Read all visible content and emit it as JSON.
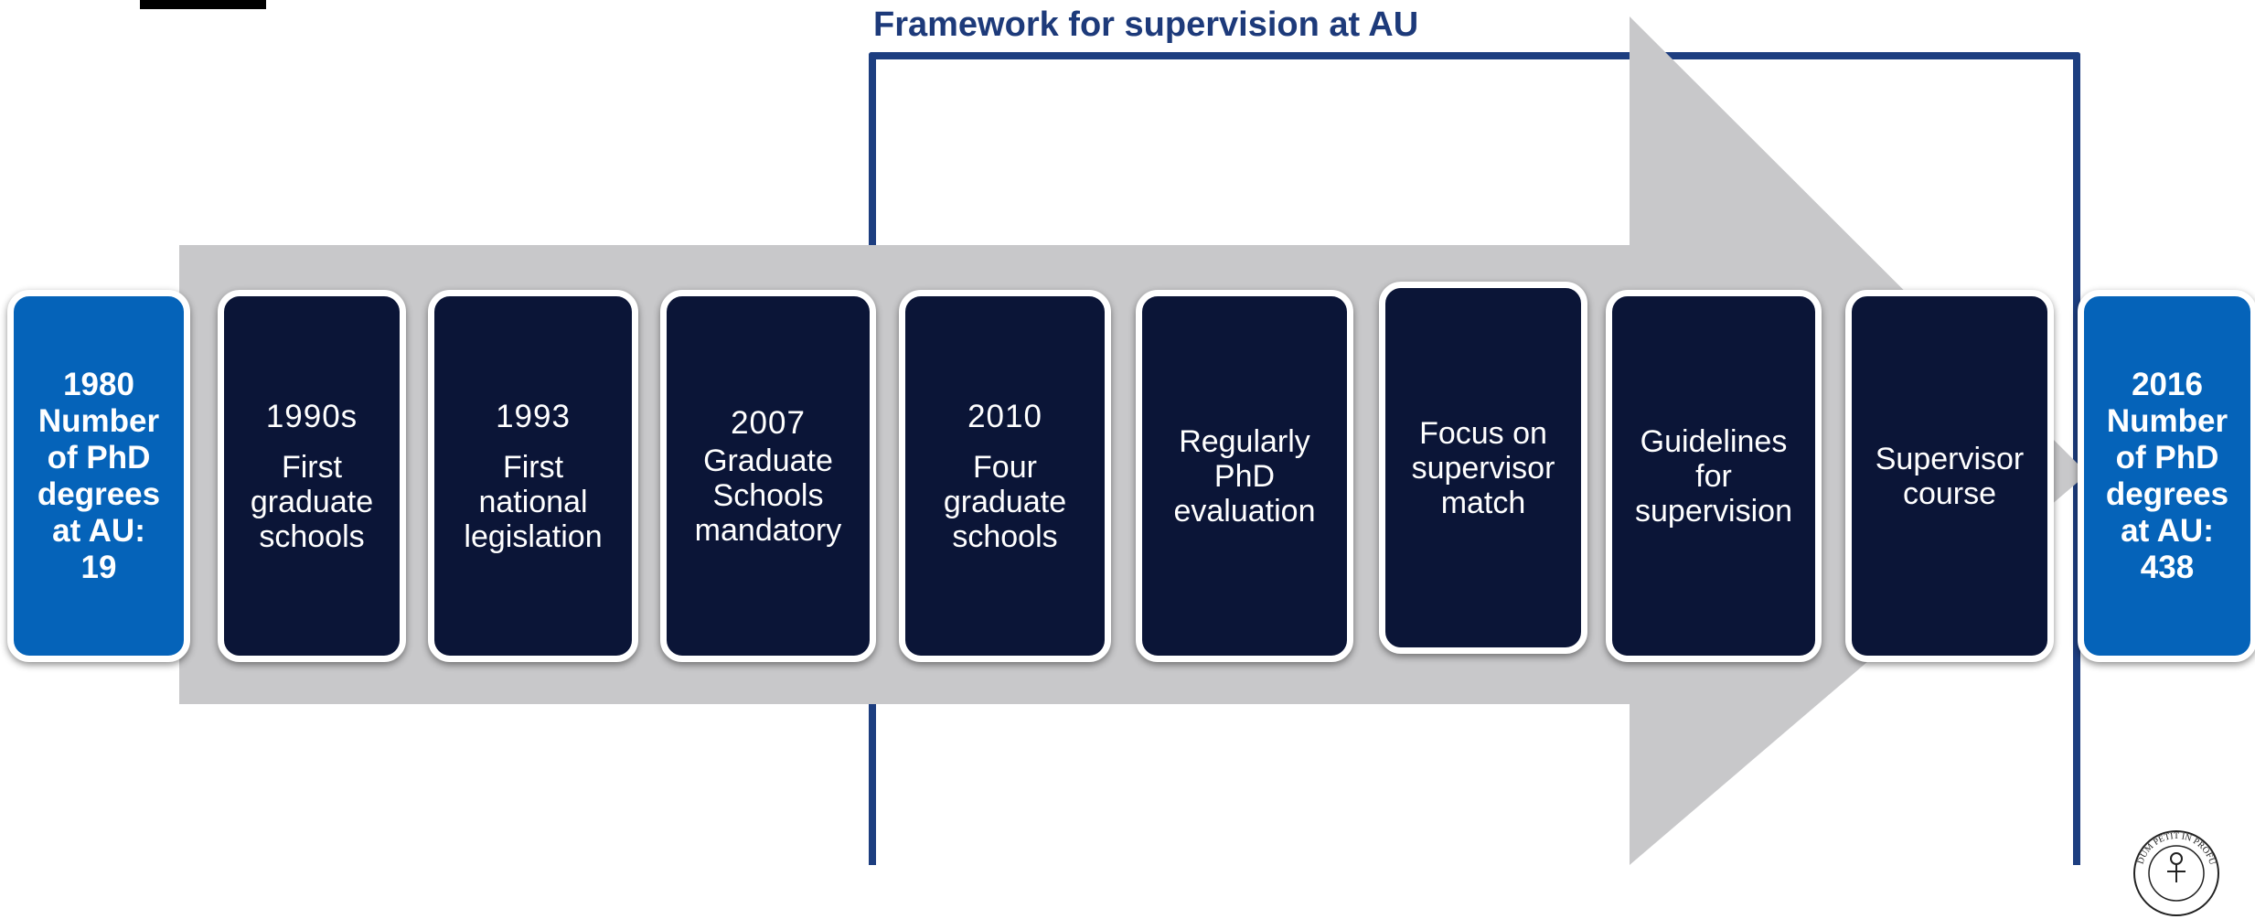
{
  "frame_title": "Framework for supervision at AU",
  "start_box": {
    "lines": [
      "1980",
      "Number",
      "of PhD",
      "degrees",
      "at AU:",
      "19"
    ]
  },
  "milestones": [
    {
      "year": "1990s",
      "lines": [
        "First",
        "graduate",
        "schools"
      ]
    },
    {
      "year": "1993",
      "lines": [
        "First",
        "national",
        "legislation"
      ]
    },
    {
      "year": "2007",
      "lines": [
        "Graduate",
        "Schools",
        "mandatory"
      ]
    },
    {
      "year": "2010",
      "lines": [
        "Four",
        "graduate",
        "schools"
      ]
    }
  ],
  "framework_items": [
    {
      "lines": [
        "Regularly",
        "PhD",
        "evaluation"
      ]
    },
    {
      "lines": [
        "Focus on",
        "supervisor",
        "match"
      ]
    },
    {
      "lines": [
        "Guidelines",
        "for",
        "supervision"
      ]
    },
    {
      "lines": [
        "Supervisor",
        "course"
      ]
    }
  ],
  "end_box": {
    "lines": [
      "2016",
      "Number",
      "of PhD",
      "degrees",
      "at AU:",
      "438"
    ]
  },
  "seal_text": "DUM PETIT IN PROFU",
  "colors": {
    "arrow": "#c8c8ca",
    "dark_box": "#0b1537",
    "blue_box": "#0563b9",
    "frame": "#1d3e80",
    "title": "#1d3a7a"
  }
}
